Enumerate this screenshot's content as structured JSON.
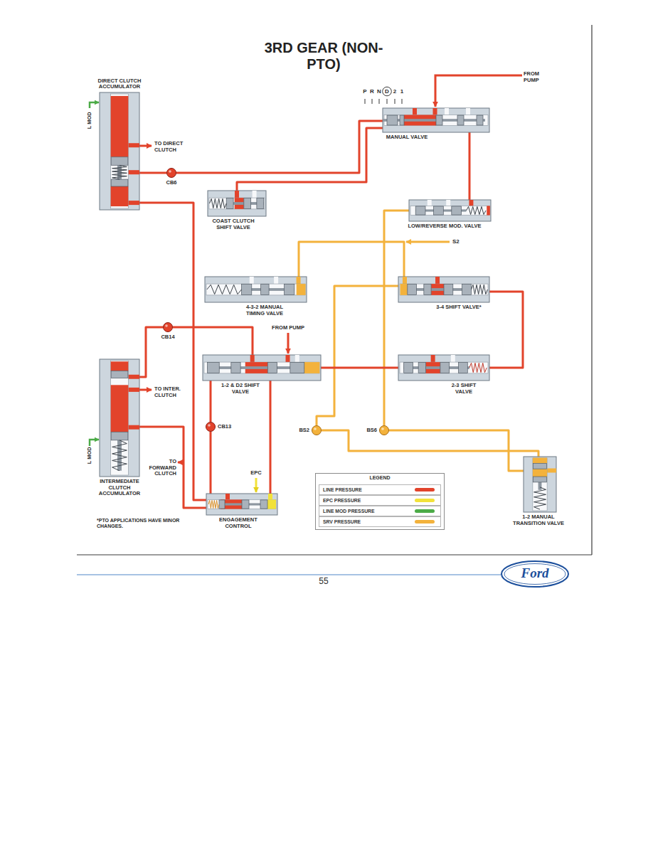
{
  "diagram": {
    "title": "3RD GEAR (NON-PTO)",
    "nodes": [
      {
        "text": [
          "DIRECT CLUTCH ACCUMULATOR"
        ]
      },
      {
        "text": [
          "MANUAL VALVE"
        ]
      },
      {
        "text": [
          "CB6"
        ]
      },
      {
        "text": [
          "COAST CLUTCH SHIFT VALVE"
        ]
      },
      {
        "text": [
          "LOW/REVERSE MOD. VALVE"
        ]
      },
      {
        "text": [
          "4-3-2 MANUAL TIMING VALVE"
        ]
      },
      {
        "text": [
          "3-4 SHIFT VALVE*"
        ]
      },
      {
        "text": [
          "CB14"
        ]
      },
      {
        "text": [
          "1-2 & D2 SHIFT VALVE"
        ]
      },
      {
        "text": [
          "2-3 SHIFT VALVE"
        ]
      },
      {
        "text": [
          "INTERMEDIATE CLUTCH ACCUMULATOR"
        ]
      },
      {
        "text": [
          "CB13"
        ]
      },
      {
        "text": [
          "BS2"
        ]
      },
      {
        "text": [
          "BS6"
        ]
      },
      {
        "text": [
          "ENGAGEMENT CONTROL"
        ]
      },
      {
        "text": [
          "1-2 MANUAL TRANSITION VALVE"
        ]
      }
    ],
    "edges": [
      {
        "from": 1,
        "to": 2,
        "arrow": "none"
      },
      {
        "from": 2,
        "to": 0,
        "arrow": "none"
      },
      {
        "from": 0,
        "to": 14,
        "arrow": "none"
      },
      {
        "from": 1,
        "to": 3,
        "arrow": "none"
      },
      {
        "from": 4,
        "to": 13,
        "arrow": "none"
      },
      {
        "from": 6,
        "to": 5,
        "arrow": "none"
      },
      {
        "from": 6,
        "to": 12,
        "arrow": "none"
      },
      {
        "from": 12,
        "to": 15,
        "arrow": "none"
      },
      {
        "from": 13,
        "to": 15,
        "arrow": "none"
      },
      {
        "from": 8,
        "to": 7,
        "arrow": "none"
      },
      {
        "from": 7,
        "to": 10,
        "arrow": "none"
      },
      {
        "from": 8,
        "to": 11,
        "arrow": "none"
      },
      {
        "from": 11,
        "to": 14,
        "arrow": "none"
      },
      {
        "from": 8,
        "to": 14,
        "arrow": "none"
      },
      {
        "from": 9,
        "to": 8,
        "arrow": "none"
      },
      {
        "from": 6,
        "to": 9,
        "arrow": "none"
      },
      {
        "from": 10,
        "to": 14,
        "arrow": "none"
      },
      {
        "from": 1,
        "to": 4,
        "arrow": "none"
      }
    ],
    "labels": [
      "L MOD",
      "TO DIRECT CLUTCH",
      "FROM PUMP",
      "P",
      "R",
      "N",
      "D",
      "2",
      "1",
      "S2",
      "FROM PUMP",
      "TO INTER. CLUTCH",
      "L MOD",
      "TO FORWARD CLUTCH",
      "EPC",
      "LEGEND",
      "*PTO APPLICATIONS HAVE MINOR CHANGES.",
      "55",
      "Ford"
    ],
    "legend": [
      {
        "text": "LINE PRESSURE",
        "color": "#e2432b"
      },
      {
        "text": "EPC PRESSURE",
        "color": "#f2e23a"
      },
      {
        "text": "LINE MOD PRESSURE",
        "color": "#4cab47"
      },
      {
        "text": "SRV PRESSURE",
        "color": "#f3b23c"
      }
    ]
  }
}
